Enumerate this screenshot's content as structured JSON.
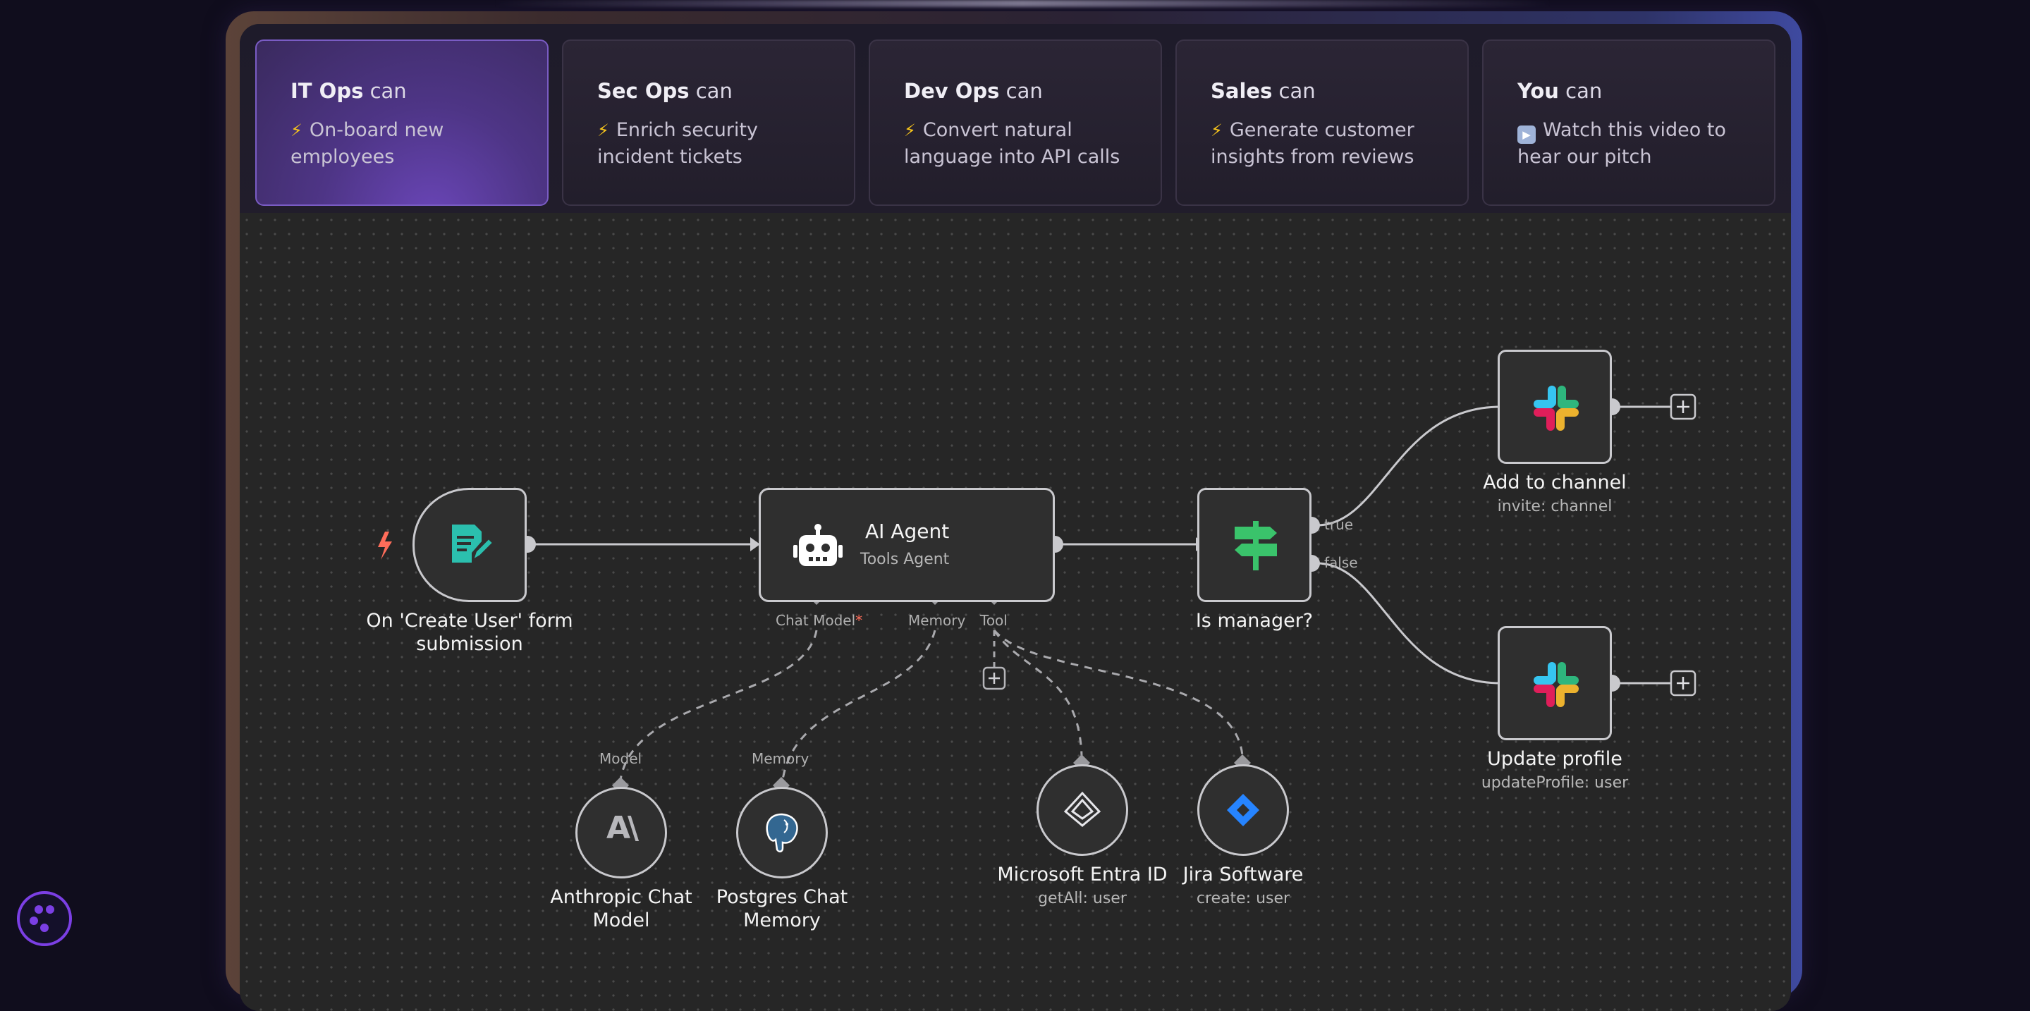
{
  "tabs": [
    {
      "team": "IT Ops",
      "suffix": "can",
      "icon": "lightning-icon",
      "desc_lines": [
        "On-board new",
        "employees"
      ],
      "active": true
    },
    {
      "team": "Sec Ops",
      "suffix": "can",
      "icon": "lightning-icon",
      "desc_lines": [
        "Enrich security",
        "incident tickets"
      ],
      "active": false
    },
    {
      "team": "Dev Ops",
      "suffix": "can",
      "icon": "lightning-icon",
      "desc_lines": [
        "Convert natural",
        "language into API calls"
      ],
      "active": false
    },
    {
      "team": "Sales",
      "suffix": "can",
      "icon": "lightning-icon",
      "desc_lines": [
        "Generate customer",
        "insights from reviews"
      ],
      "active": false
    },
    {
      "team": "You",
      "suffix": "can",
      "icon": "play-icon",
      "desc_lines": [
        "Watch this video to",
        "hear our pitch"
      ],
      "active": false
    }
  ],
  "workflow": {
    "trigger": {
      "label_lines": [
        "On 'Create User' form",
        "submission"
      ],
      "icon": "form-edit-icon",
      "badge_icon": "lightning-icon"
    },
    "agent": {
      "title": "AI Agent",
      "subtitle": "Tools Agent",
      "icon": "robot-icon",
      "ports": {
        "chat_model": "Chat Model",
        "chat_model_required": "*",
        "memory": "Memory",
        "tool": "Tool"
      }
    },
    "switch": {
      "label": "Is manager?",
      "icon": "signpost-icon",
      "outputs": {
        "true": "true",
        "false": "false"
      }
    },
    "slack_add": {
      "label": "Add to channel",
      "sub": "invite: channel",
      "icon": "slack-icon"
    },
    "slack_update": {
      "label": "Update profile",
      "sub": "updateProfile: user",
      "icon": "slack-icon"
    },
    "anthropic": {
      "label_lines": [
        "Anthropic Chat",
        "Model"
      ],
      "port": "Model",
      "icon": "anthropic-icon"
    },
    "postgres": {
      "label_lines": [
        "Postgres Chat",
        "Memory"
      ],
      "port": "Memory",
      "icon": "postgres-elephant-icon"
    },
    "entra": {
      "label": "Microsoft Entra ID",
      "sub": "getAll: user",
      "icon": "entra-id-icon"
    },
    "jira": {
      "label": "Jira Software",
      "sub": "create: user",
      "icon": "jira-icon"
    }
  },
  "colors": {
    "accent_purple": "#6a46b8",
    "trigger_bolt": "#ff6d5a",
    "form_icon": "#2bbfae",
    "signpost_icon": "#3ac36b",
    "jira_blue": "#2684ff",
    "logo_ring": "#7b3fe4"
  }
}
